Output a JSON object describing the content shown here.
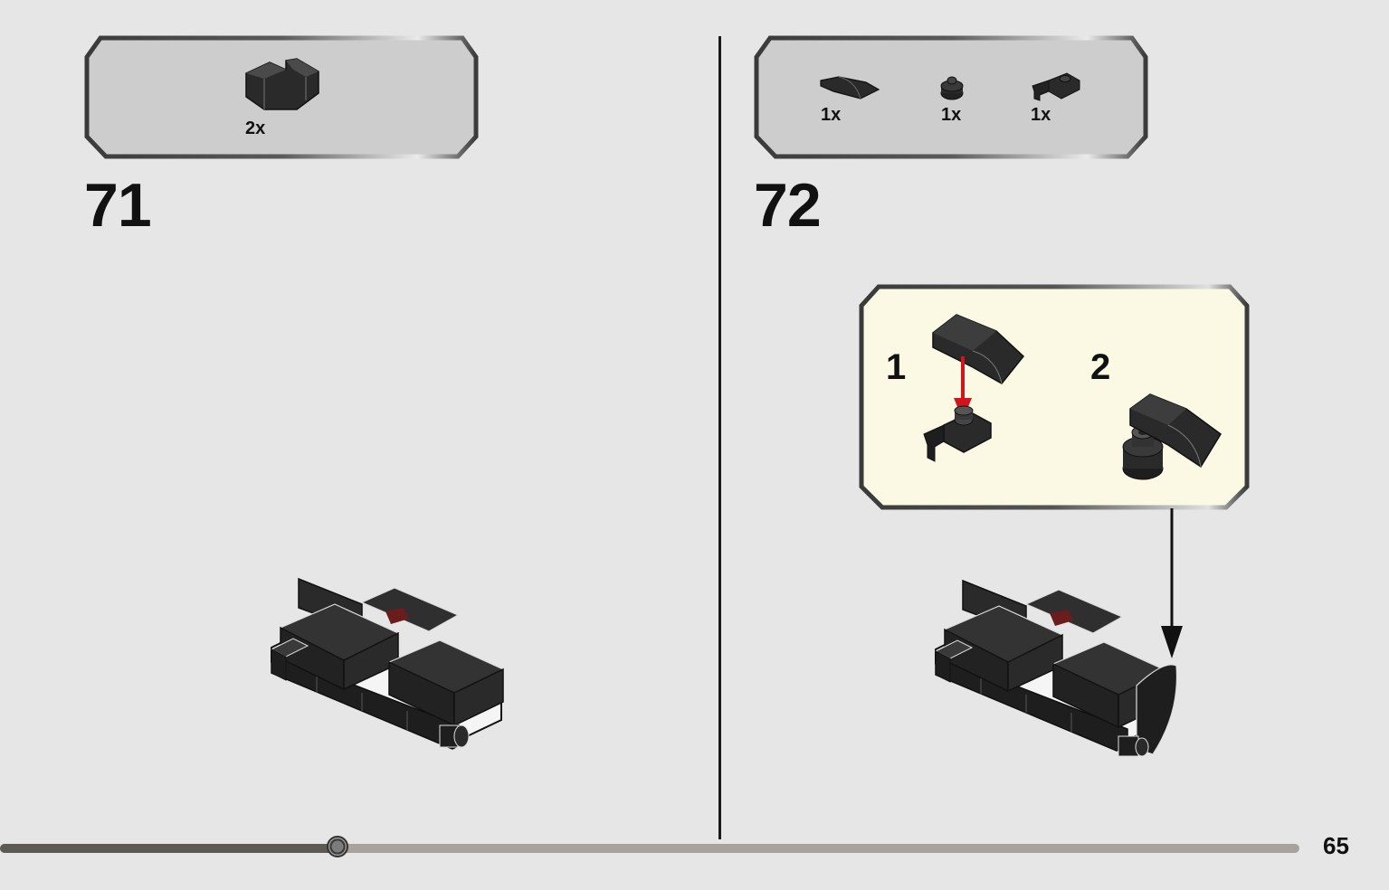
{
  "steps": [
    {
      "number": "71",
      "parts": [
        {
          "qty": "2x",
          "part": "corner-plate-icon"
        }
      ]
    },
    {
      "number": "72",
      "parts": [
        {
          "qty": "1x",
          "part": "curved-slope-icon"
        },
        {
          "qty": "1x",
          "part": "round-plate-icon"
        },
        {
          "qty": "1x",
          "part": "clip-plate-icon"
        }
      ],
      "sub_steps": [
        {
          "number": "1"
        },
        {
          "number": "2"
        }
      ]
    }
  ],
  "progress": {
    "fraction": 0.26
  },
  "page_number": "65",
  "colors": {
    "background": "#e6e6e6",
    "parts_box": "#cdcdcd",
    "callout": "#fbf8e4",
    "arrow_red": "#d0151d",
    "brick": "#2a2a2a"
  }
}
